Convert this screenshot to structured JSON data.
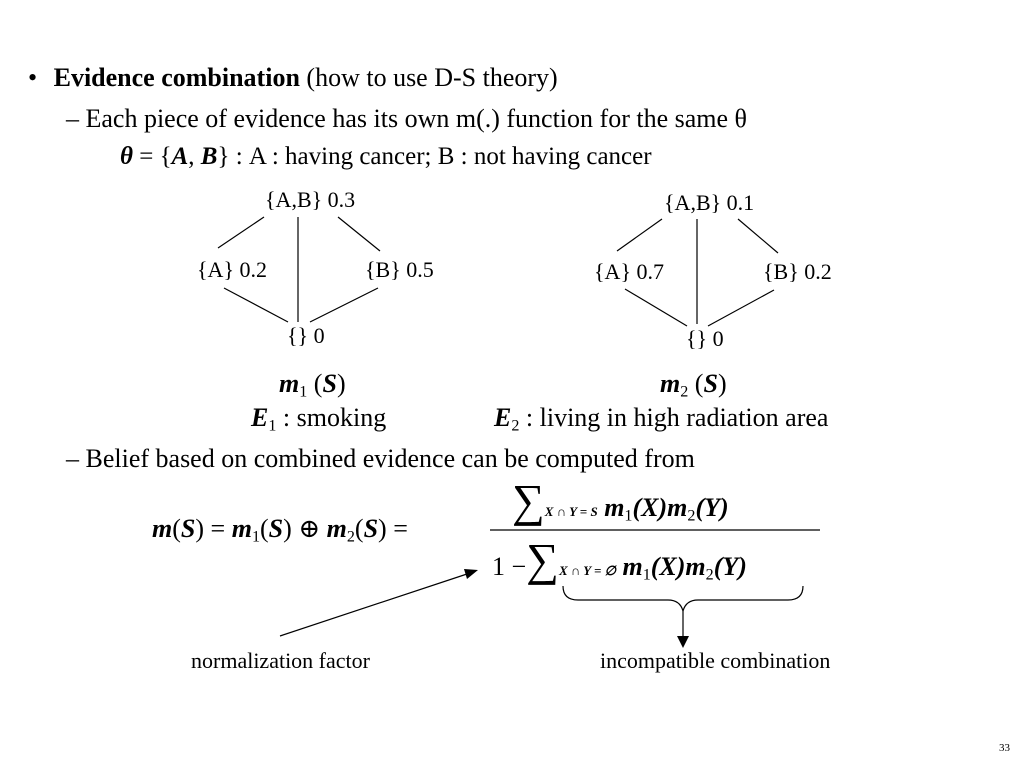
{
  "bullet": {
    "marker": "•",
    "title": "Evidence combination",
    "subtitle": "(how to use D-S theory)"
  },
  "sub1": {
    "text": "– Each piece of evidence has its own m(.) function for the same θ"
  },
  "theta_def": {
    "symbol": "θ",
    "eq_open": " = {",
    "a": "A",
    "comma": ", ",
    "b": "B",
    "close": "}",
    "rest": " : A : having  cancer; B : not having  cancer"
  },
  "lattice1": {
    "top": "{A,B} 0.3",
    "left": "{A} 0.2",
    "right": "{B} 0.5",
    "bottom": "{} 0",
    "func_m": "m",
    "func_sub": "1",
    "func_arg_open": " (",
    "func_s": "S",
    "func_arg_close": ")"
  },
  "lattice2": {
    "top": "{A,B} 0.1",
    "left": "{A} 0.7",
    "right": "{B} 0.2",
    "bottom": "{} 0",
    "func_m": "m",
    "func_sub": "2",
    "func_arg_open": " (",
    "func_s": "S",
    "func_arg_close": ")"
  },
  "evidence": {
    "e1_letter": "E",
    "e1_sub": "1",
    "e1_text": " : smoking",
    "e2_letter": "E",
    "e2_sub": "2",
    "e2_text": " : living in high radiation area"
  },
  "sub2": {
    "text": "– Belief based on combined evidence can be computed from"
  },
  "formula": {
    "lhs_m": "m",
    "lhs_open": "(",
    "lhs_s": "S",
    "lhs_close": ") = ",
    "m1": "m",
    "m1_sub": "1",
    "m1_open": "(",
    "m1_s": "S",
    "m1_close": ")",
    "oplus": " ⊕ ",
    "m2": "m",
    "m2_sub": "2",
    "m2_open": "(",
    "m2_s": "S",
    "m2_close": ") =",
    "sigma": "∑",
    "num_cond": "X ∩ Y = S",
    "num_body_m1": "m",
    "num_body_sub1": "1",
    "num_body_x": "(X)",
    "num_body_m2": "m",
    "num_body_sub2": "2",
    "num_body_y": "(Y)",
    "den_one": "1 −",
    "den_cond": "X ∩ Y = ∅",
    "den_body_m1": "m",
    "den_body_sub1": "1",
    "den_body_x": "(X)",
    "den_body_m2": "m",
    "den_body_sub2": "2",
    "den_body_y": "(Y)"
  },
  "annotations": {
    "normalization": "normalization factor",
    "incompatible": "incompatible combination"
  },
  "page_number": "33"
}
